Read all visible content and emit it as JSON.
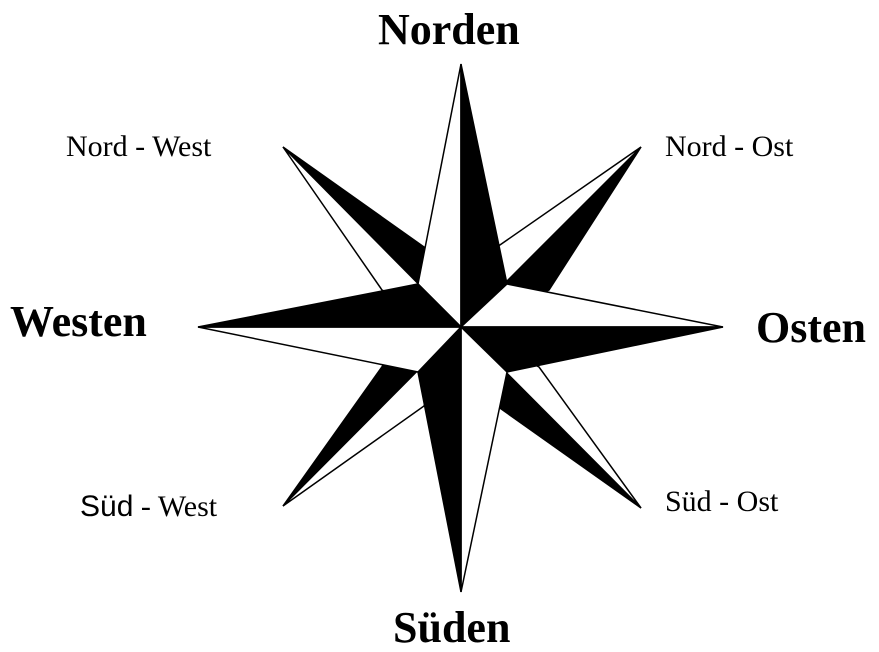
{
  "labels": {
    "north": "Norden",
    "east": "Osten",
    "south": "Süden",
    "west": "Westen",
    "northwest": "Nord - West",
    "northeast": "Nord - Ost",
    "southeast": "Süd - Ost",
    "southwest_part1": "Süd",
    "southwest_part2": " - West"
  },
  "colors": {
    "fill_dark": "#000000",
    "fill_light": "#ffffff",
    "stroke": "#000000"
  }
}
